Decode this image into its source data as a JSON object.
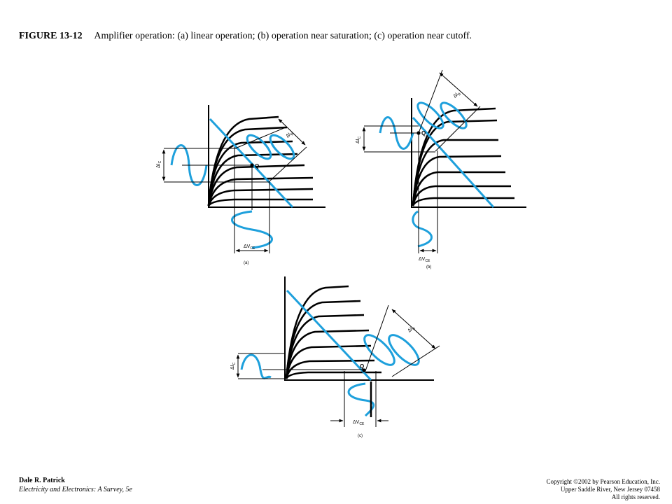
{
  "figure": {
    "number": "FIGURE 13-12",
    "caption": "Amplifier operation: (a) linear operation; (b) operation near saturation; (c) operation near cutoff."
  },
  "panels": [
    {
      "id": "a",
      "label": "(a)",
      "q_label": "Q",
      "ib_label": "ΔI",
      "ib_sub": "B",
      "ic_label": "ΔI",
      "ic_sub": "C",
      "vce_label": "ΔV",
      "vce_sub": "CE"
    },
    {
      "id": "b",
      "label": "(b)",
      "q_label": "Q",
      "ib_label": "ΔI",
      "ib_sub": "B",
      "ic_label": "ΔI",
      "ic_sub": "C",
      "vce_label": "ΔV",
      "vce_sub": "CE"
    },
    {
      "id": "c",
      "label": "(c)",
      "q_label": "Q",
      "ib_label": "ΔI",
      "ib_sub": "B",
      "ic_label": "ΔI",
      "ic_sub": "C",
      "vce_label": "ΔV",
      "vce_sub": "CE"
    }
  ],
  "colors": {
    "signal": "#1ea0dc",
    "curves": "#000000"
  },
  "footer": {
    "author": "Dale R. Patrick",
    "book": "Electricity and Electronics: A Survey, 5e",
    "copyright_1": "Copyright ©2002 by Pearson Education, Inc.",
    "copyright_2": "Upper Saddle River, New Jersey 07458",
    "copyright_3": "All rights reserved."
  }
}
